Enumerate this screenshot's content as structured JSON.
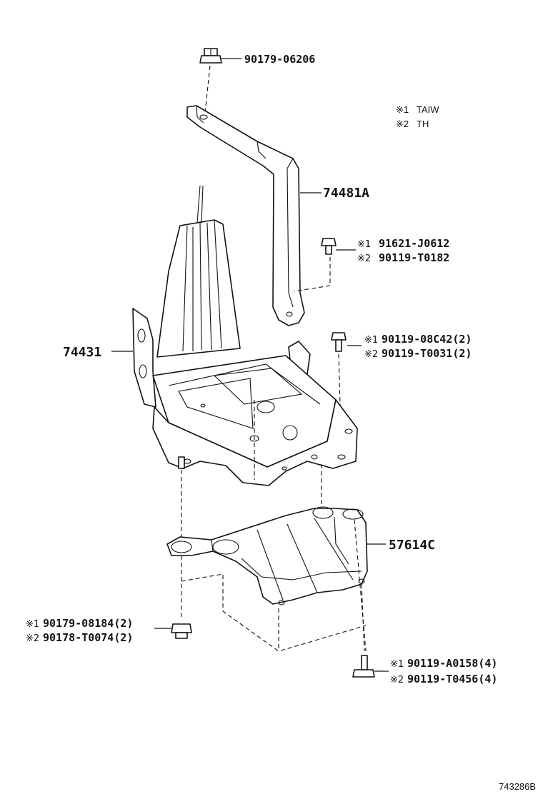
{
  "legend": [
    {
      "mark": "※1",
      "label": "TAIW"
    },
    {
      "mark": "※2",
      "label": "TH"
    }
  ],
  "parts": {
    "nut_top": "90179-06206",
    "bracket": "74481A",
    "bolt_bracket_1": "91621-J0612",
    "bolt_bracket_2": "90119-T0182",
    "bolt_tray_1": "90119-08C42(2)",
    "bolt_tray_2": "90119-T0031(2)",
    "tray": "74431",
    "cover": "57614C",
    "nut_bottom_1": "90179-08184(2)",
    "nut_bottom_2": "90178-T0074(2)",
    "bolt_bottom_1": "90119-A0158(4)",
    "bolt_bottom_2": "90119-T0456(4)"
  },
  "marks": {
    "m1": "※1",
    "m2": "※2"
  },
  "doc_id": "743286B"
}
